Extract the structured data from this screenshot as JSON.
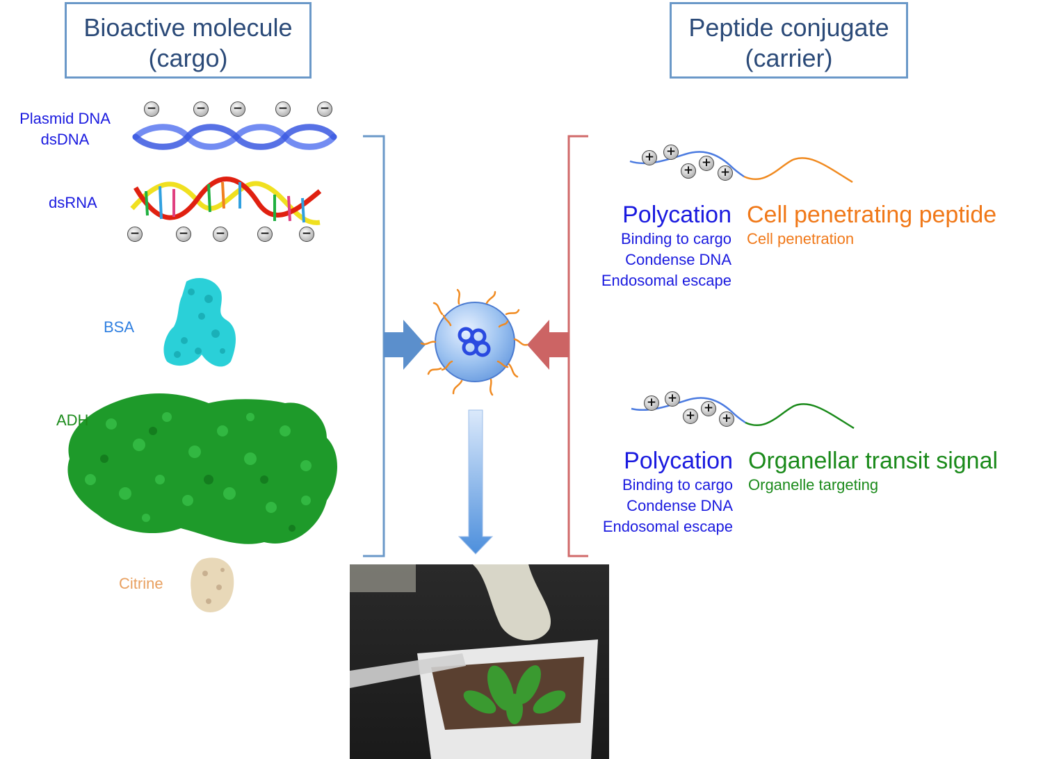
{
  "headers": {
    "cargo_line1": "Bioactive molecule",
    "cargo_line2": "(cargo)",
    "carrier_line1": "Peptide conjugate",
    "carrier_line2": "(carrier)"
  },
  "cargo": {
    "plasmid_line1": "Plasmid DNA",
    "plasmid_line2": "dsDNA",
    "dsrna": "dsRNA",
    "bsa": "BSA",
    "adh": "ADH",
    "citrine": "Citrine"
  },
  "carrier_top": {
    "polycation_title": "Polycation",
    "func1": "Binding to cargo",
    "func2": "Condense DNA",
    "func3": "Endosomal escape",
    "peptide_title": "Cell penetrating peptide",
    "peptide_desc": "Cell penetration"
  },
  "carrier_bottom": {
    "polycation_title": "Polycation",
    "func1": "Binding to cargo",
    "func2": "Condense DNA",
    "func3": "Endosomal escape",
    "peptide_title": "Organellar transit signal",
    "peptide_desc": "Organelle targeting"
  },
  "charges": {
    "negative": "−",
    "positive": "+"
  },
  "colors": {
    "cargo_blue": "#1a1adf",
    "bsa_blue": "#2f7fe0",
    "adh_green": "#1a8a1a",
    "citrine_tan": "#e8a060",
    "cpp_orange": "#f07818",
    "ots_green": "#1a8a1a",
    "header_text": "#2b4a78",
    "left_bracket": "#6a98c8",
    "right_bracket": "#d06a6a"
  }
}
